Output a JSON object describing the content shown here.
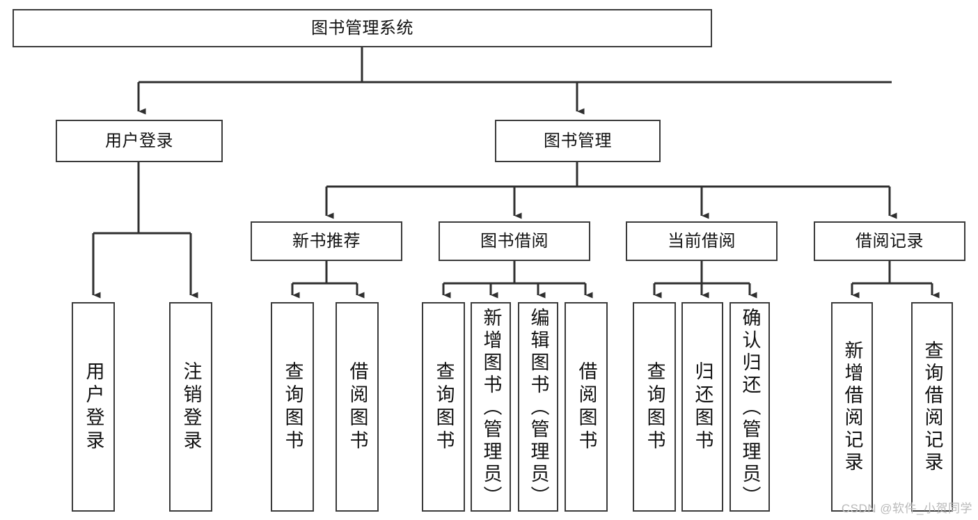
{
  "diagram": {
    "type": "tree-hierarchy-chart",
    "title": "图书管理系统",
    "watermark": "CSDN @软件_小贺同学",
    "colors": {
      "box_border": "#3a3a3a",
      "box_fill": "#ffffff",
      "connector": "#2f2f2f",
      "text": "#111111",
      "watermark": "#b9b9b9"
    },
    "nodes": {
      "root": {
        "label": "图书管理系统"
      },
      "level1": [
        {
          "id": "user-login",
          "label": "用户登录"
        },
        {
          "id": "book-management",
          "label": "图书管理"
        }
      ],
      "level2": [
        {
          "id": "new-book-recommend",
          "label": "新书推荐"
        },
        {
          "id": "book-borrow",
          "label": "图书借阅"
        },
        {
          "id": "current-borrow",
          "label": "当前借阅"
        },
        {
          "id": "borrow-record",
          "label": "借阅记录"
        }
      ],
      "leaves": {
        "user-login": [
          {
            "id": "user-login-leaf",
            "label": "用户登录"
          },
          {
            "id": "logout-leaf",
            "label": "注销登录"
          }
        ],
        "new-book-recommend": [
          {
            "id": "query-book-1",
            "label": "查询图书"
          },
          {
            "id": "borrow-book-1",
            "label": "借阅图书"
          }
        ],
        "book-borrow": [
          {
            "id": "query-book-2",
            "label": "查询图书"
          },
          {
            "id": "add-book",
            "label": "新增图书（管理员）"
          },
          {
            "id": "edit-book",
            "label": "编辑图书（管理员）"
          },
          {
            "id": "borrow-book-2",
            "label": "借阅图书"
          }
        ],
        "current-borrow": [
          {
            "id": "query-book-3",
            "label": "查询图书"
          },
          {
            "id": "return-book",
            "label": "归还图书"
          },
          {
            "id": "confirm-return",
            "label": "确认归还（管理员）"
          }
        ],
        "borrow-record": [
          {
            "id": "add-borrow-record",
            "label": "新增借阅记录"
          },
          {
            "id": "query-borrow-record",
            "label": "查询借阅记录"
          }
        ]
      }
    }
  }
}
